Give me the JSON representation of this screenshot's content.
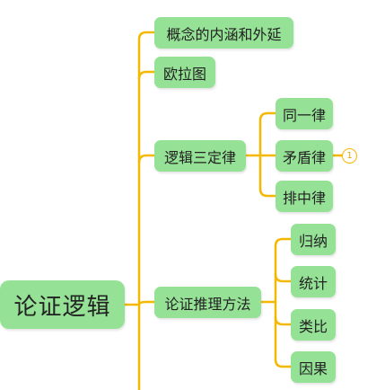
{
  "mindmap": {
    "root": "论证逻辑",
    "level1": {
      "concept": "概念的内涵和外延",
      "euler": "欧拉图",
      "laws": "逻辑三定律",
      "methods": "论证推理方法"
    },
    "laws_children": {
      "identity": "同一律",
      "contradiction": "矛盾律",
      "excluded_middle": "排中律"
    },
    "methods_children": {
      "induction": "归纳",
      "statistics": "统计",
      "analogy": "类比",
      "causation": "因果"
    },
    "badge": "1"
  },
  "colors": {
    "node_fill": "#95e296",
    "connector": "#f5b800",
    "badge": "#f5b800"
  }
}
